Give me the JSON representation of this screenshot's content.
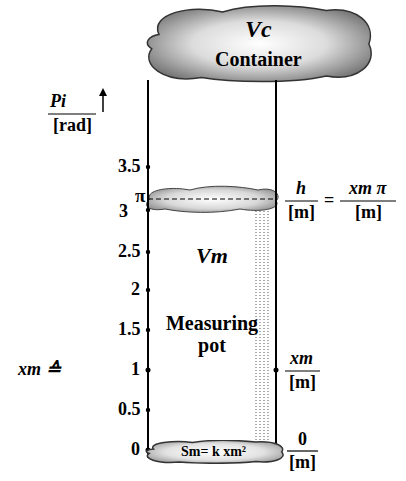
{
  "diagram": {
    "nodes": [
      {
        "text": [
          "Vc",
          "Container"
        ]
      },
      {
        "text": [
          "Vm",
          "Measuring pot"
        ]
      },
      {
        "text": [
          "Sm= k xm²"
        ],
        "in": 1
      }
    ],
    "labels": [
      "Pi",
      "[rad]",
      "3.5",
      "3",
      "π",
      "2.5",
      "2",
      "1.5",
      "xm ≙",
      "1",
      "0.5",
      "0",
      "h",
      "[m]",
      "=",
      "xm π",
      "[m]",
      "xm",
      "[m]",
      "0",
      "[m]"
    ]
  }
}
